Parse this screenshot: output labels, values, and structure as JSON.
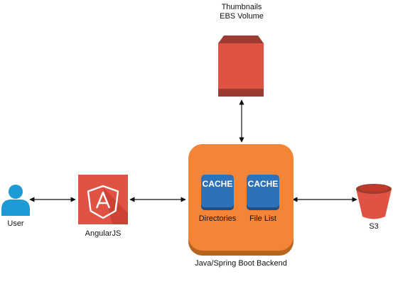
{
  "nodes": {
    "user": {
      "label": "User"
    },
    "angular": {
      "label": "AngularJS"
    },
    "backend": {
      "label": "Java/Spring Boot Backend",
      "caches": [
        {
          "badge": "CACHE",
          "label": "Directories"
        },
        {
          "badge": "CACHE",
          "label": "File List"
        }
      ]
    },
    "ebs": {
      "label_line1": "Thumbnails",
      "label_line2": "EBS Volume"
    },
    "s3": {
      "label": "S3"
    }
  },
  "colors": {
    "user_icon": "#1e9ad6",
    "angular_tile": "#e05243",
    "backend_box": "#f58536",
    "backend_shadow": "#b7641f",
    "cache_tile": "#2d72b8",
    "ebs": "#e05243",
    "s3": "#e05243"
  },
  "icons": {
    "user": "user-icon",
    "angular": "angular-logo-icon",
    "ebs": "ebs-volume-icon",
    "s3": "s3-bucket-icon"
  }
}
